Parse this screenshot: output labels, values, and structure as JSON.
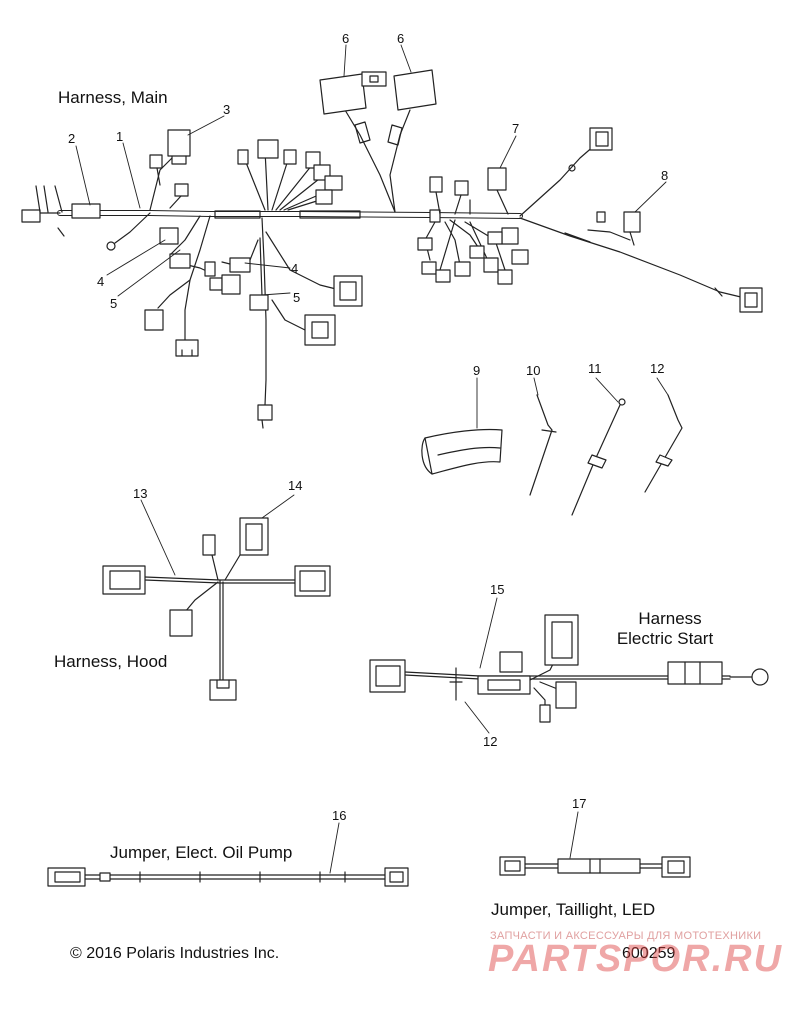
{
  "titles": {
    "harness_main": "Harness, Main",
    "harness_hood": "Harness, Hood",
    "harness_es_line1": "Harness",
    "harness_es_line2": "Electric Start",
    "jumper_oil": "Jumper, Elect. Oil Pump",
    "jumper_tail": "Jumper, Taillight, LED"
  },
  "callouts": {
    "c1": "1",
    "c2": "2",
    "c3": "3",
    "c4a": "4",
    "c4b": "4",
    "c5a": "5",
    "c5b": "5",
    "c6a": "6",
    "c6b": "6",
    "c7": "7",
    "c8": "8",
    "c9": "9",
    "c10": "10",
    "c11": "11",
    "c12a": "12",
    "c12b": "12",
    "c13": "13",
    "c14": "14",
    "c15": "15",
    "c16": "16",
    "c17": "17"
  },
  "footer": {
    "copyright": "© 2016 Polaris Industries Inc.",
    "diagram_id": "600259"
  },
  "watermark": {
    "tagline": "ЗАПЧАСТИ И АКСЕССУАРЫ ДЛЯ МОТОТЕХНИКИ",
    "brand": "PARTSPOR.RU"
  }
}
